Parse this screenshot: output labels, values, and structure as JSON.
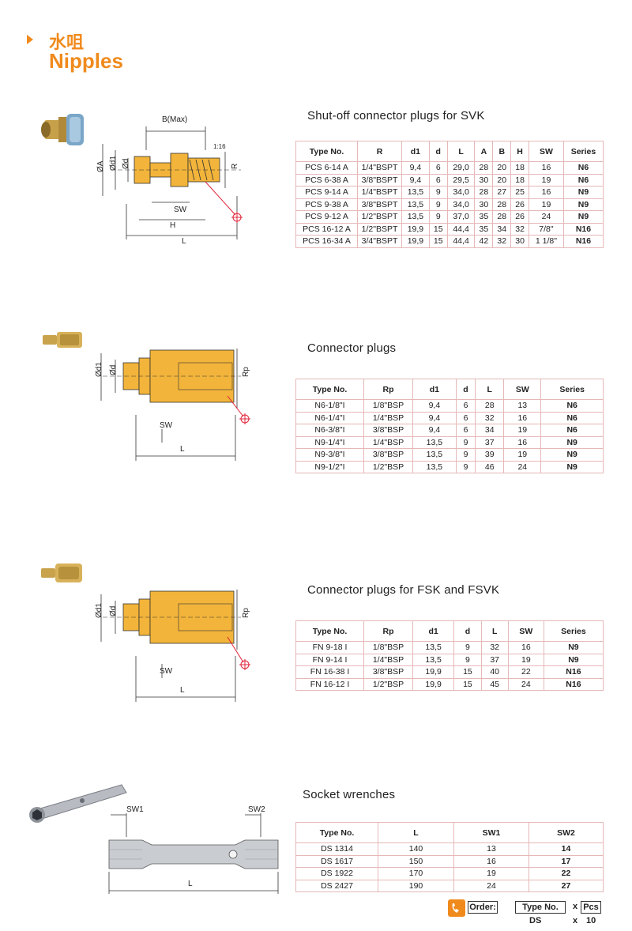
{
  "header": {
    "title_cn": "水咀",
    "title_en": "Nipples"
  },
  "sections": [
    {
      "title": "Shut-off connector plugs for SVK",
      "columns": [
        "Type No.",
        "R",
        "d1",
        "d",
        "L",
        "A",
        "B",
        "H",
        "SW",
        "Series"
      ],
      "rows": [
        [
          "PCS 6-14 A",
          "1/4\"BSPT",
          "9,4",
          "6",
          "29,0",
          "28",
          "20",
          "18",
          "16",
          "N6"
        ],
        [
          "PCS 6-38 A",
          "3/8\"BSPT",
          "9,4",
          "6",
          "29,5",
          "30",
          "20",
          "18",
          "19",
          "N6"
        ],
        [
          "PCS 9-14 A",
          "1/4\"BSPT",
          "13,5",
          "9",
          "34,0",
          "28",
          "27",
          "25",
          "16",
          "N9"
        ],
        [
          "PCS 9-38 A",
          "3/8\"BSPT",
          "13,5",
          "9",
          "34,0",
          "30",
          "28",
          "26",
          "19",
          "N9"
        ],
        [
          "PCS 9-12 A",
          "1/2\"BSPT",
          "13,5",
          "9",
          "37,0",
          "35",
          "28",
          "26",
          "24",
          "N9"
        ],
        [
          "PCS 16-12 A",
          "1/2\"BSPT",
          "19,9",
          "15",
          "44,4",
          "35",
          "34",
          "32",
          "7/8\"",
          "N16"
        ],
        [
          "PCS 16-34 A",
          "3/4\"BSPT",
          "19,9",
          "15",
          "44,4",
          "42",
          "32",
          "30",
          "1 1/8\"",
          "N16"
        ]
      ],
      "dims": {
        "b": "B(Max)",
        "a": "ØA",
        "d1": "Ød1",
        "d": "Ød",
        "r": "R",
        "sw": "SW",
        "h": "H",
        "l": "L",
        "taper": "1:16"
      }
    },
    {
      "title": "Connector plugs",
      "columns": [
        "Type No.",
        "Rp",
        "d1",
        "d",
        "L",
        "SW",
        "Series"
      ],
      "rows": [
        [
          "N6-1/8\"I",
          "1/8\"BSP",
          "9,4",
          "6",
          "28",
          "13",
          "N6"
        ],
        [
          "N6-1/4\"I",
          "1/4\"BSP",
          "9,4",
          "6",
          "32",
          "16",
          "N6"
        ],
        [
          "N6-3/8\"I",
          "3/8\"BSP",
          "9,4",
          "6",
          "34",
          "19",
          "N6"
        ],
        [
          "N9-1/4\"I",
          "1/4\"BSP",
          "13,5",
          "9",
          "37",
          "16",
          "N9"
        ],
        [
          "N9-3/8\"I",
          "3/8\"BSP",
          "13,5",
          "9",
          "39",
          "19",
          "N9"
        ],
        [
          "N9-1/2\"I",
          "1/2\"BSP",
          "13,5",
          "9",
          "46",
          "24",
          "N9"
        ]
      ],
      "dims": {
        "d1": "Ød1",
        "d": "Ød",
        "rp": "Rp",
        "sw": "SW",
        "l": "L"
      }
    },
    {
      "title": "Connector plugs for FSK and FSVK",
      "columns": [
        "Type No.",
        "Rp",
        "d1",
        "d",
        "L",
        "SW",
        "Series"
      ],
      "rows": [
        [
          "FN 9-18 I",
          "1/8\"BSP",
          "13,5",
          "9",
          "32",
          "16",
          "N9"
        ],
        [
          "FN 9-14 I",
          "1/4\"BSP",
          "13,5",
          "9",
          "37",
          "19",
          "N9"
        ],
        [
          "FN 16-38 I",
          "3/8\"BSP",
          "19,9",
          "15",
          "40",
          "22",
          "N16"
        ],
        [
          "FN 16-12 I",
          "1/2\"BSP",
          "19,9",
          "15",
          "45",
          "24",
          "N16"
        ]
      ],
      "dims": {
        "d1": "Ød1",
        "d": "Ød",
        "rp": "Rp",
        "sw": "SW",
        "l": "L"
      }
    },
    {
      "title": "Socket wrenches",
      "columns": [
        "Type No.",
        "L",
        "SW1",
        "SW2"
      ],
      "rows": [
        [
          "DS 1314",
          "140",
          "13",
          "14"
        ],
        [
          "DS 1617",
          "150",
          "16",
          "17"
        ],
        [
          "DS 1922",
          "170",
          "19",
          "22"
        ],
        [
          "DS 2427",
          "190",
          "24",
          "27"
        ]
      ],
      "dims": {
        "sw1": "SW1",
        "sw2": "SW2",
        "l": "L"
      }
    }
  ],
  "order": {
    "label": "Order:",
    "type_label": "Type No.",
    "x1": "x",
    "pcs_label": "Pcs",
    "type_value": "DS",
    "x2": "x",
    "qty": "10"
  },
  "colors": {
    "accent": "#f08a1c",
    "brass": "#f2b43a",
    "table_border": "#e6b8b8",
    "marker": "#e0243a"
  }
}
